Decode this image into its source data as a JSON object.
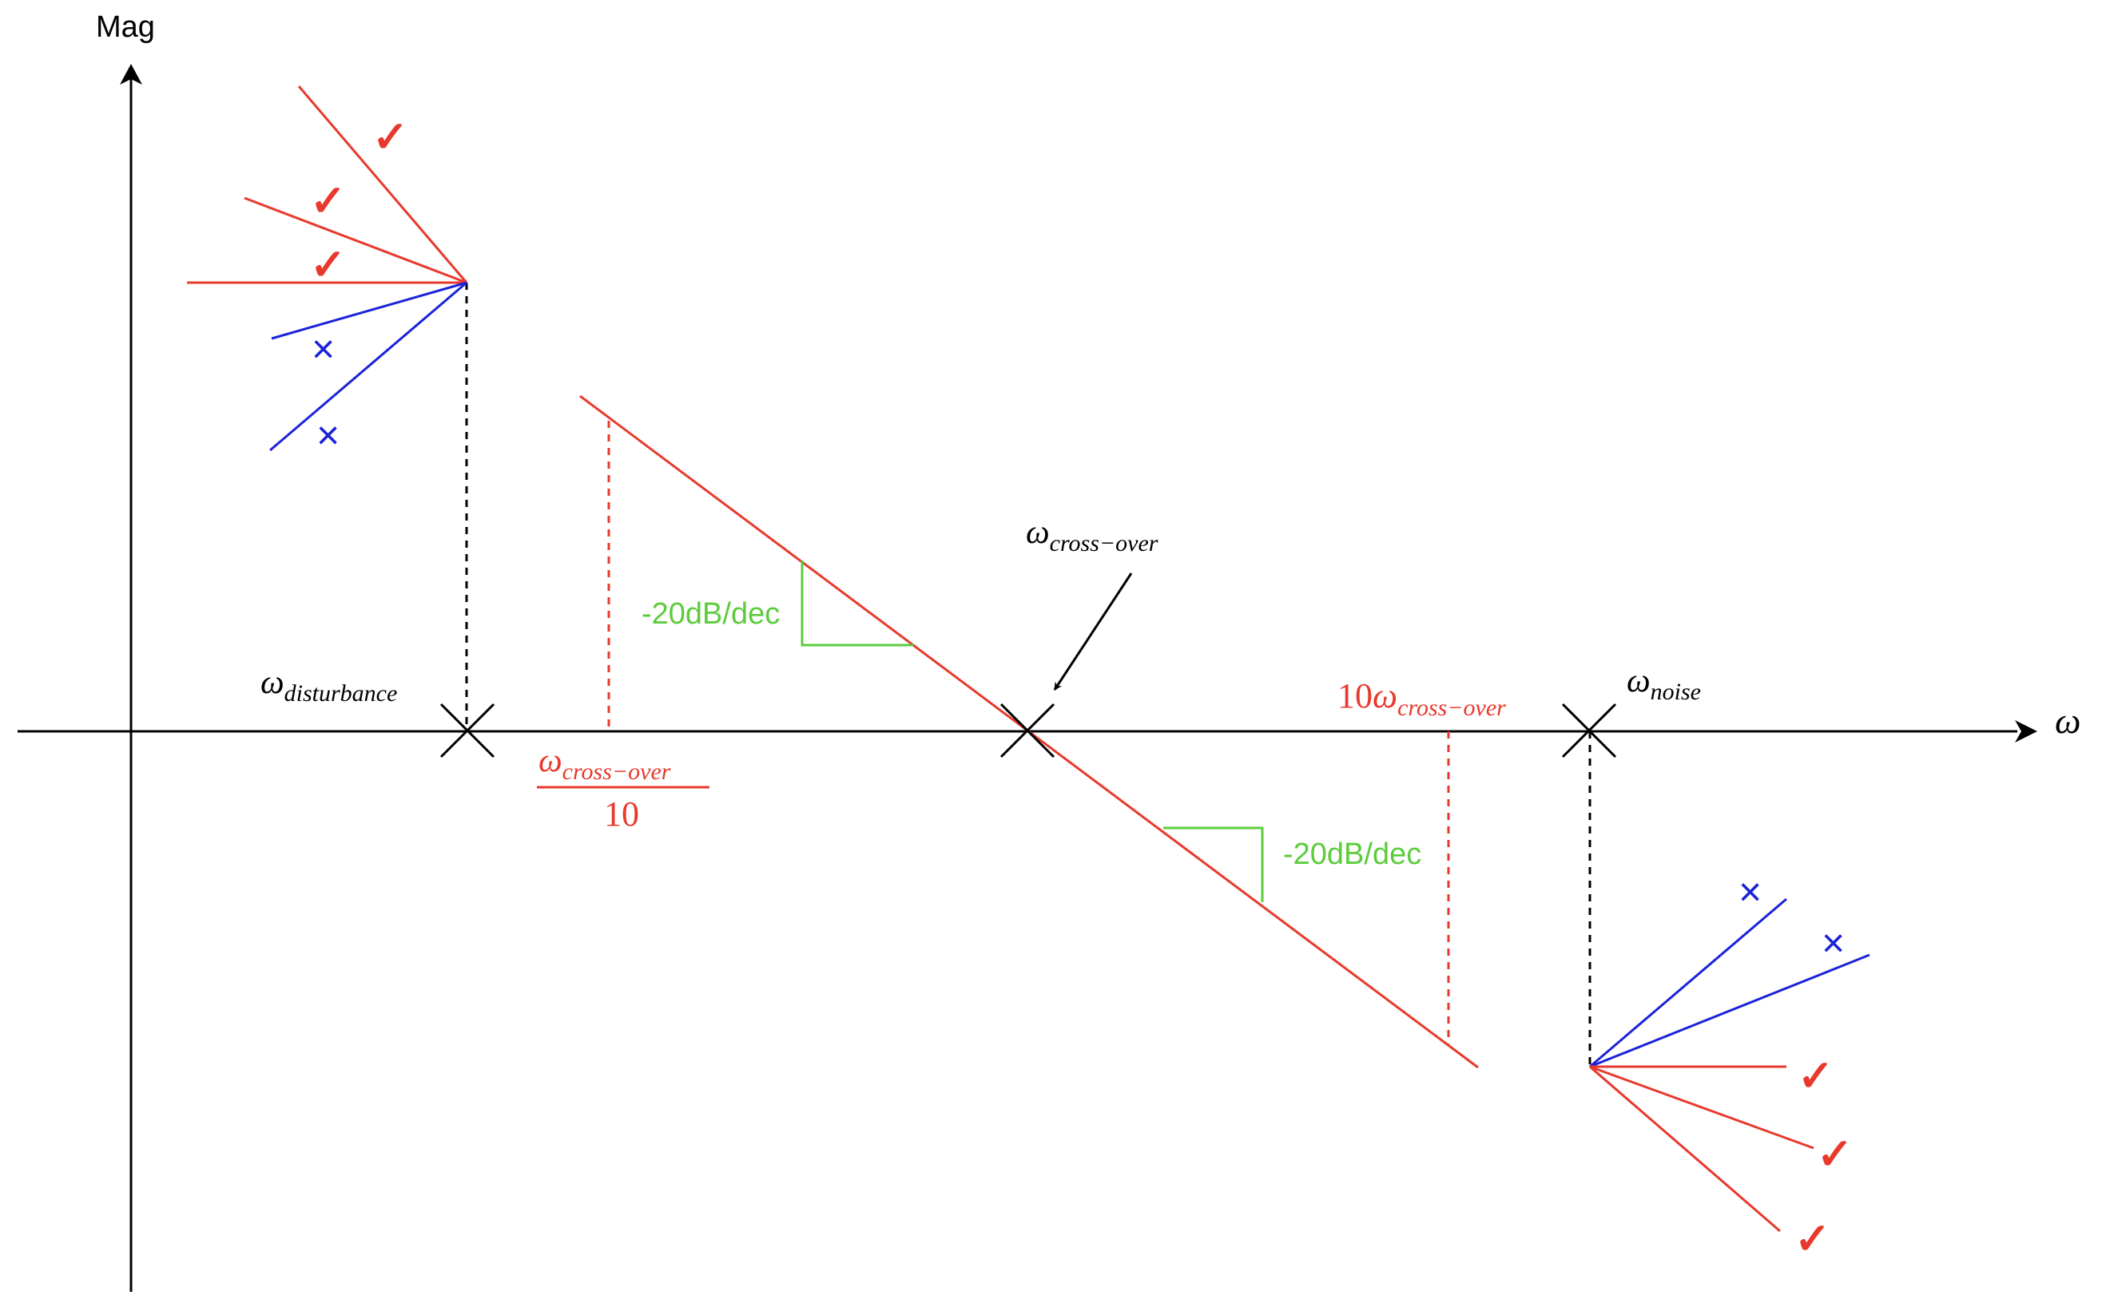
{
  "axes": {
    "y_label": "Mag",
    "x_label": "ω"
  },
  "labels": {
    "omega": "ω",
    "disturbance_sub": "disturbance",
    "crossover_sub": "cross−over",
    "noise_sub": "noise",
    "ten": "10",
    "slope_text": "-20dB/dec"
  },
  "marks": {
    "check": "✓",
    "cross": "×"
  },
  "colors": {
    "accent": "#e8392c",
    "wrong": "#1a23d9",
    "slope": "#5ccc3c",
    "ink": "#000000"
  }
}
